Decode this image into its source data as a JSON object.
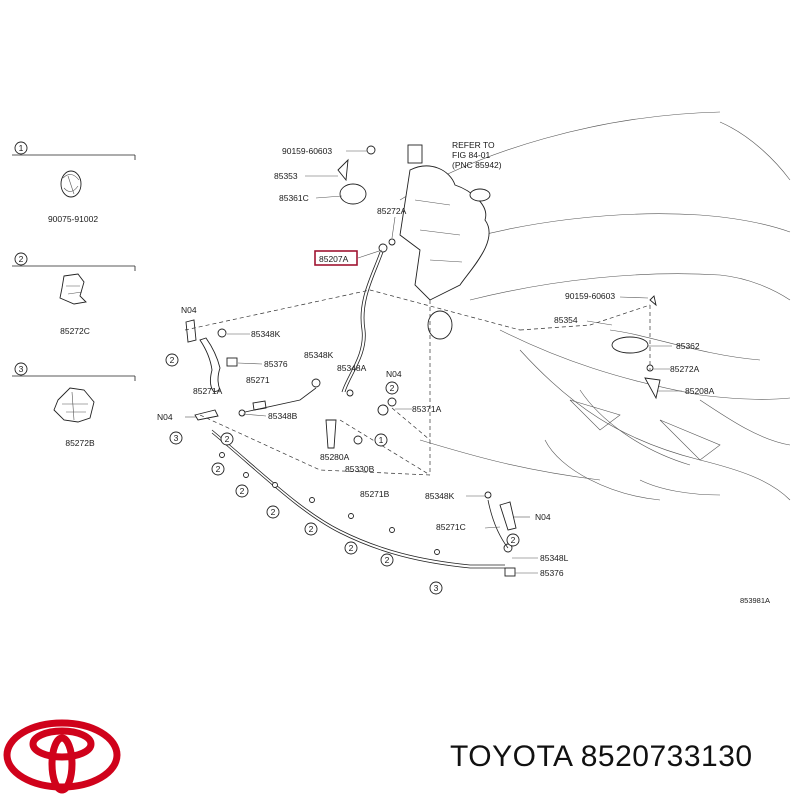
{
  "insets": [
    {
      "num": "1",
      "part": "90075-91002"
    },
    {
      "num": "2",
      "part": "85272C"
    },
    {
      "num": "3",
      "part": "85272B"
    }
  ],
  "labels": {
    "l_90159a": "90159-60603",
    "l_85353": "85353",
    "l_85361c": "85361C",
    "l_refer1": "REFER TO",
    "l_refer2": "FIG 84-01",
    "l_refer3": "(PNC 85942)",
    "l_85272a_top": "85272A",
    "l_85207a": "85207A",
    "l_n04_a": "N04",
    "l_85348k_a": "85348K",
    "l_85376_a": "85376",
    "l_85271a": "85271A",
    "l_85271": "85271",
    "l_85348b": "85348B",
    "l_n04_b": "N04",
    "l_85348k_b": "85348K",
    "l_85348a": "85348A",
    "l_n04_c": "N04",
    "l_85371a": "85371A",
    "l_85280a": "85280A",
    "l_85330b": "85330B",
    "l_85271b": "85271B",
    "l_90159b": "90159-60603",
    "l_85354": "85354",
    "l_85362": "85362",
    "l_85272a_r": "85272A",
    "l_85208a": "85208A",
    "l_85348k_c": "85348K",
    "l_n04_d": "N04",
    "l_85271c": "85271C",
    "l_85348l": "85348L",
    "l_85376_b": "85376",
    "l_ref": "853981A"
  },
  "callouts": [
    "2",
    "2",
    "3",
    "2",
    "2",
    "1",
    "2",
    "2",
    "2",
    "2",
    "2",
    "2",
    "3",
    "2"
  ],
  "brand": {
    "name": "TOYOTA 8520733130",
    "logo_color": "#d0021b"
  }
}
